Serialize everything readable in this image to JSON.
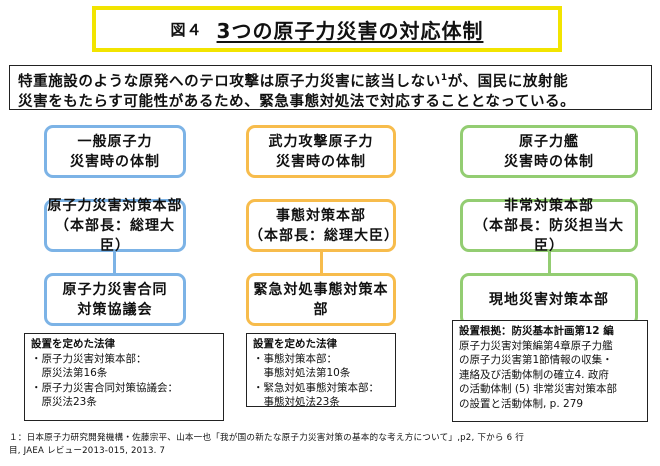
{
  "header": {
    "figure_label": "図４",
    "title": "3つの原子力災害の対応体制"
  },
  "intro": {
    "line1_before_sup": "特重施設のような原発へのテロ攻撃は原子力災害に該当しない",
    "sup": "1",
    "line1_after_sup": "が、国民に放射能",
    "line2": "災害をもたらす可能性があるため、緊急事態対処法で対応することとなっている。"
  },
  "columns": [
    {
      "header": [
        "一般原子力",
        "災害時の体制"
      ],
      "hq": [
        "原子力災害対策本部",
        "（本部長：総理大臣）"
      ],
      "bottom": [
        "原子力災害合同",
        "対策協議会"
      ],
      "law": [
        "設置を定めた法律",
        "・原子力災害対策本部：",
        "　原災法第16条",
        "・原子力災害合同対策協議会：",
        "　原災法23条"
      ]
    },
    {
      "header": [
        "武力攻撃原子力",
        "災害時の体制"
      ],
      "hq": [
        "事態対策本部",
        "（本部長：総理大臣）"
      ],
      "bottom": [
        "緊急対処事態対策本部"
      ],
      "law": [
        "設置を定めた法律",
        "・事態対策本部：",
        "　事態対処法第10条",
        "・緊急対処事態対策本部：",
        "　事態対処法23条"
      ]
    },
    {
      "header": [
        "原子力艦",
        "災害時の体制"
      ],
      "hq": [
        "非常対策本部",
        "（本部長：防災担当大臣）"
      ],
      "bottom": [
        "現地災害対策本部"
      ],
      "law": [
        "設置根拠：防災基本計画第12 編",
        "原子力災害対策編第4章原子力艦",
        "の原子力災害第1節情報の収集・",
        "連絡及び活動体制の確立4. 政府",
        "の活動体制 (5) 非常災害対策本部",
        "の設置と活動体制, p. 279"
      ]
    }
  ],
  "footnote": {
    "line1": "１：日本原子力研究開発機構・佐藤宗平、山本一也「我が国の新たな原子力災害対策の基本的な考え方について」,p2, 下から 6 行",
    "line2": "目, JAEA レビュー2013-015, 2013. 7"
  }
}
